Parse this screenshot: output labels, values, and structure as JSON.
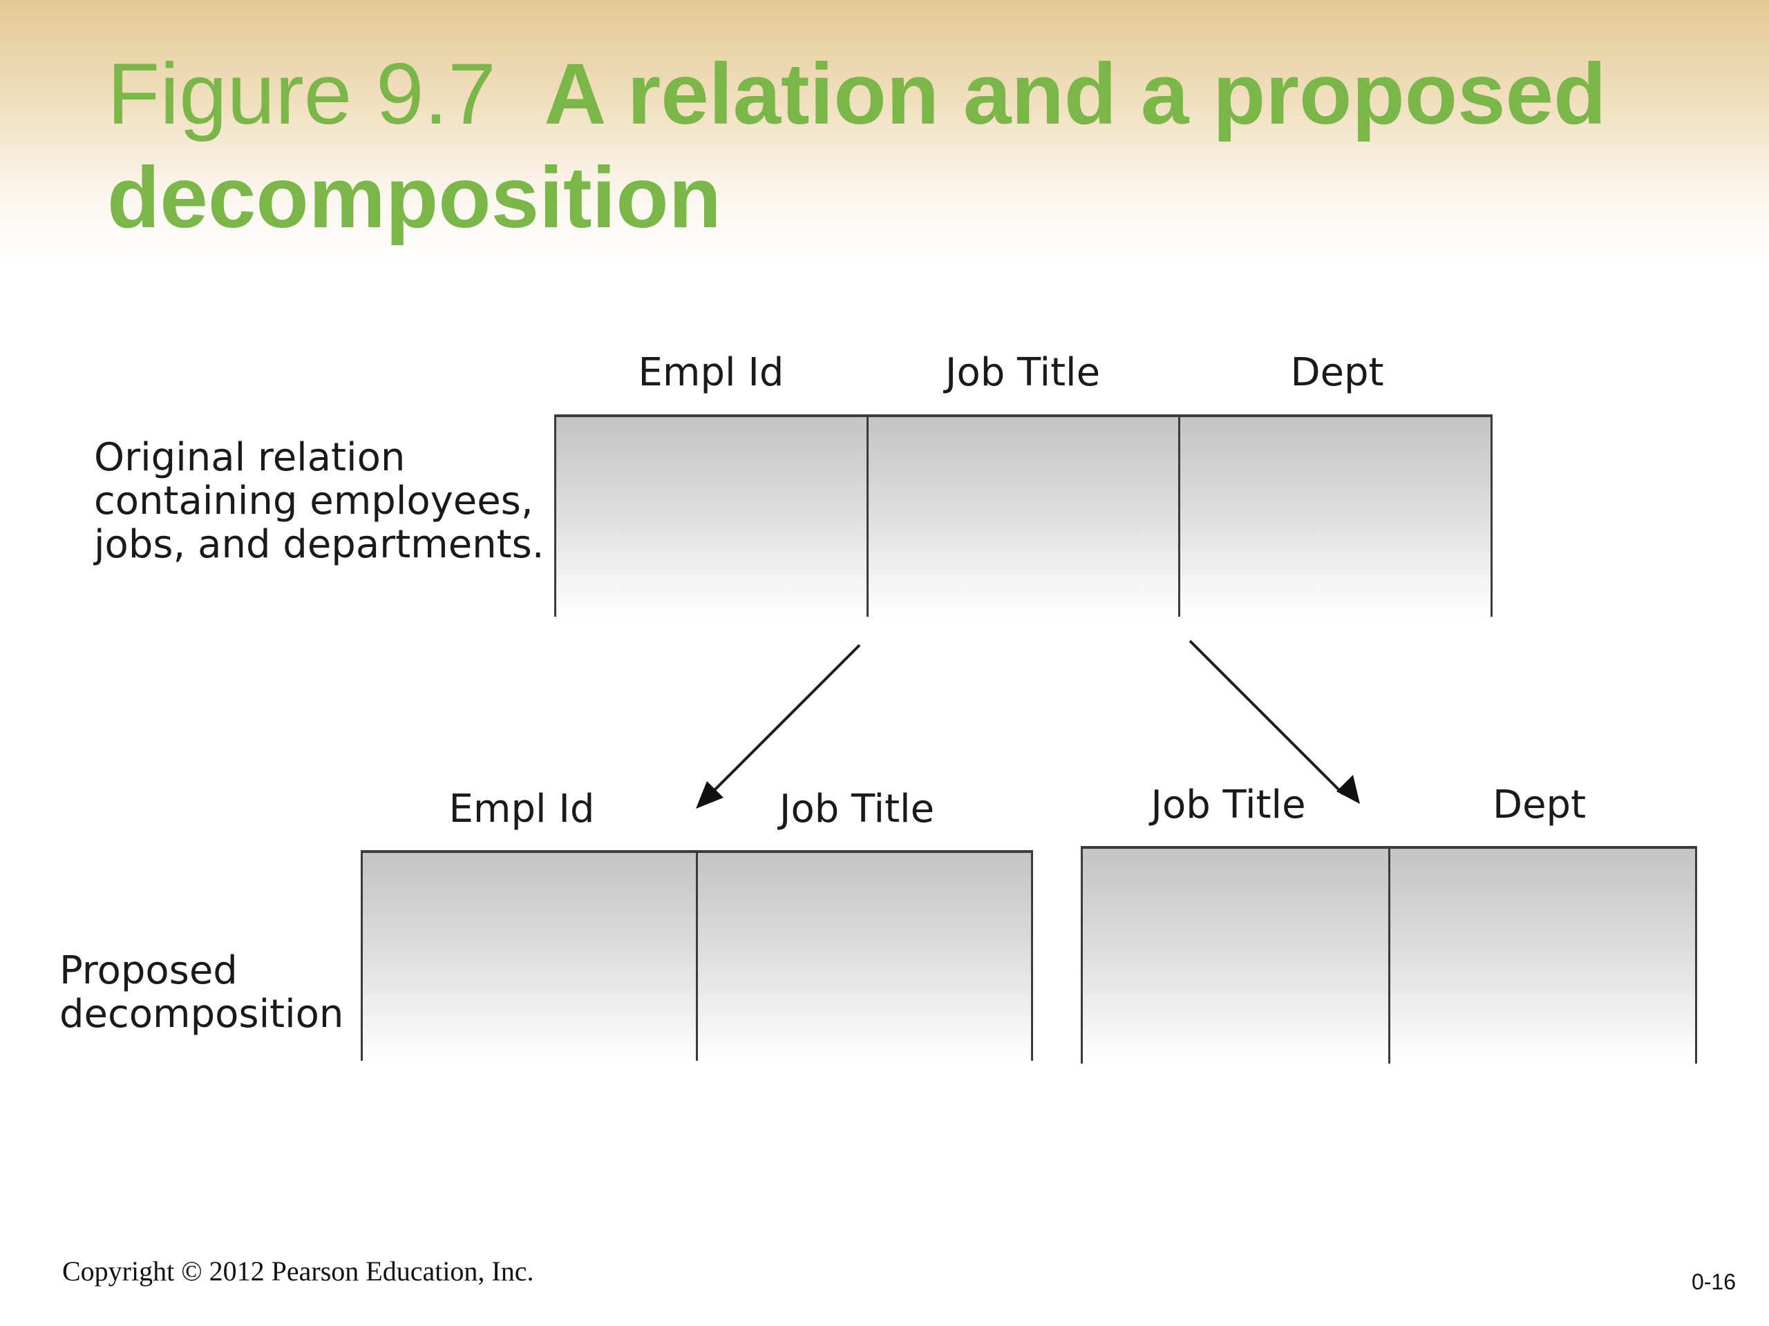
{
  "slide": {
    "title_number": "Figure 9.7",
    "title_text": "A relation and a proposed decomposition"
  },
  "original": {
    "label_lines": [
      "Original relation",
      "containing employees,",
      "jobs, and departments."
    ],
    "columns": [
      "Empl Id",
      "Job Title",
      "Dept"
    ]
  },
  "decomposition": {
    "label_lines": [
      "Proposed",
      "decomposition"
    ],
    "left_table": {
      "columns": [
        "Empl Id",
        "Job Title"
      ]
    },
    "right_table": {
      "columns": [
        "Job Title",
        "Dept"
      ]
    }
  },
  "footer": {
    "copyright": "Copyright © 2012 Pearson Education, Inc.",
    "slide_number": "0-16"
  },
  "colors": {
    "title_green": "#7ab648",
    "header_band": "#e3c994",
    "line": "#3b3b3b"
  }
}
